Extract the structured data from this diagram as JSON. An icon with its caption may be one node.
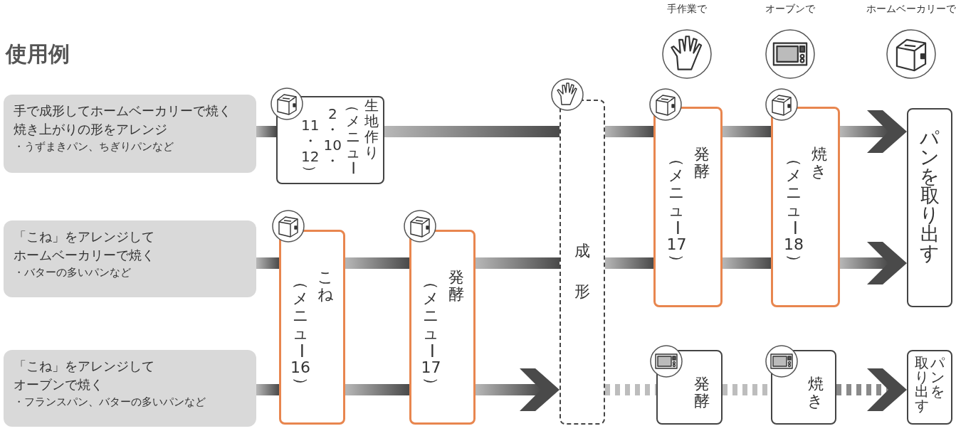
{
  "diagram": {
    "title": "使用例",
    "nodes": [
      {
        "text": [
          "手で成形してホームベーカリーで焼く",
          "焼き上がりの形をアレンジ",
          "・うずまきパン、ちぎりパンなど"
        ]
      },
      {
        "text": [
          "「こね」をアレンジして",
          "ホームベーカリーで焼く",
          "・バターの多いパンなど"
        ]
      },
      {
        "text": [
          "「こね」をアレンジして",
          "オーブンで焼く",
          "・フランスパン、バターの多いパンなど"
        ]
      },
      {
        "text": [
          "生地作り",
          "（メニュー",
          "2・10・",
          "11・12）"
        ]
      },
      {
        "text": [
          "こね（メニュー16）"
        ]
      },
      {
        "text": [
          "発酵（メニュー17）"
        ]
      },
      {
        "text": [
          "成形"
        ]
      },
      {
        "text": [
          "発酵（メニュー17）"
        ]
      },
      {
        "text": [
          "焼き（メニュー18）"
        ]
      },
      {
        "text": [
          "パンを取り出す"
        ]
      },
      {
        "text": [
          "発酵"
        ]
      },
      {
        "text": [
          "焼き"
        ]
      },
      {
        "text": [
          "パンを取り出す"
        ]
      }
    ],
    "edges": [
      {
        "from": 0,
        "to": 3,
        "arrow": "none"
      },
      {
        "from": 3,
        "to": 6,
        "arrow": "none"
      },
      {
        "from": 6,
        "to": 7,
        "arrow": "none"
      },
      {
        "from": 7,
        "to": 8,
        "arrow": "none"
      },
      {
        "from": 8,
        "to": 9,
        "arrow": "to"
      },
      {
        "from": 1,
        "to": 4,
        "arrow": "none"
      },
      {
        "from": 4,
        "to": 5,
        "arrow": "none"
      },
      {
        "from": 5,
        "to": 6,
        "arrow": "none"
      },
      {
        "from": 6,
        "to": 7,
        "arrow": "none"
      },
      {
        "from": 7,
        "to": 8,
        "arrow": "none"
      },
      {
        "from": 8,
        "to": 9,
        "arrow": "to"
      },
      {
        "from": 2,
        "to": 4,
        "arrow": "none"
      },
      {
        "from": 4,
        "to": 5,
        "arrow": "none"
      },
      {
        "from": 5,
        "to": 6,
        "arrow": "to"
      },
      {
        "from": 6,
        "to": 10,
        "arrow": "none",
        "style": "dashed",
        "color": "#bdbdbd"
      },
      {
        "from": 10,
        "to": 11,
        "arrow": "none",
        "style": "dashed",
        "color": "#bdbdbd"
      },
      {
        "from": 11,
        "to": 12,
        "arrow": "to",
        "style": "dashed",
        "color": "#8a8a8a"
      }
    ],
    "legend": [
      {
        "text": "手作業で"
      },
      {
        "text": "オーブンで"
      },
      {
        "text": "ホームベーカリーで"
      }
    ]
  }
}
